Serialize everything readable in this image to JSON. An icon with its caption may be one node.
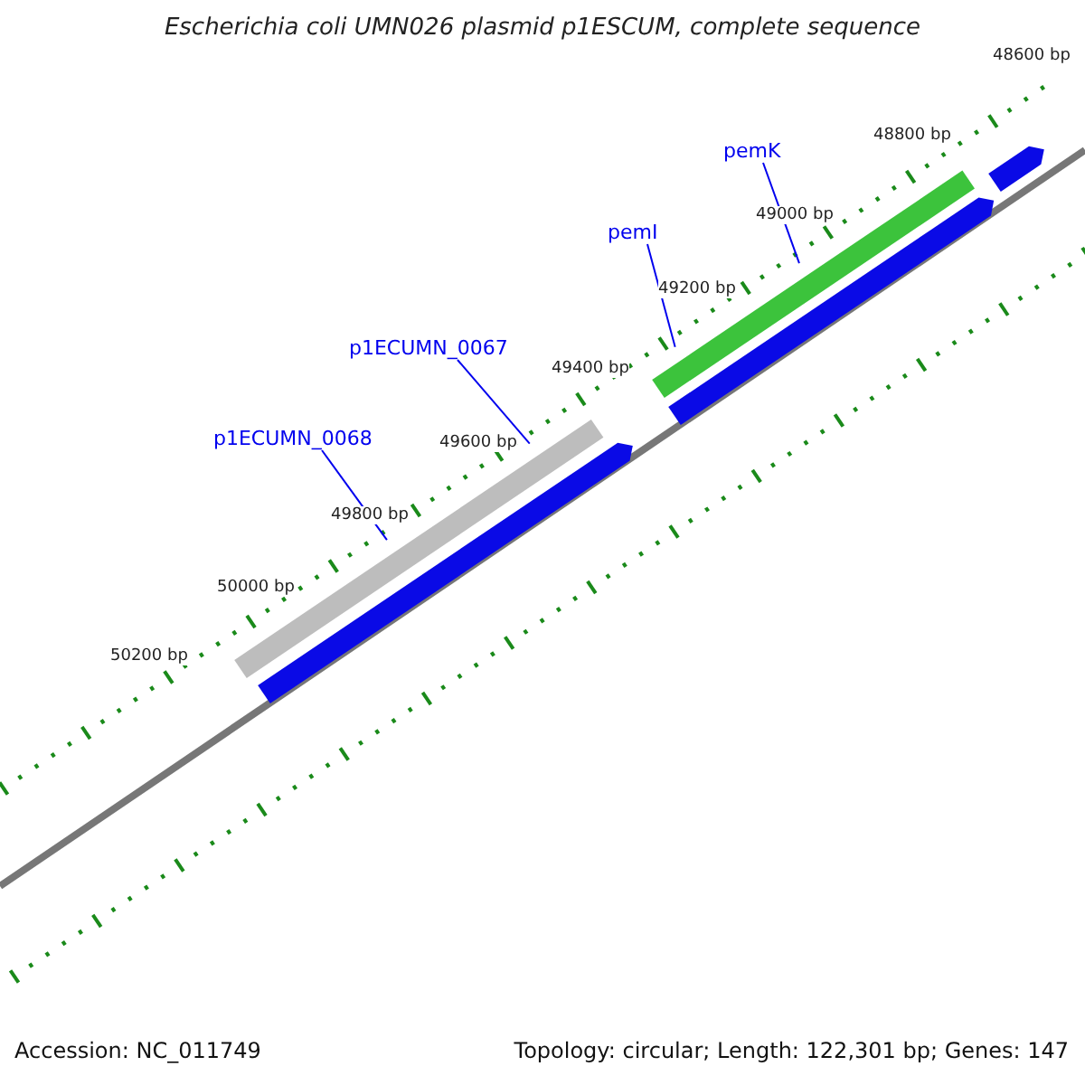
{
  "diagram": {
    "title": "Escherichia coli UMN026 plasmid p1ESCUM, complete sequence",
    "nodes": [
      {
        "text": [
          "pemK"
        ]
      },
      {
        "text": [
          "pemI"
        ]
      },
      {
        "text": [
          "p1ECUMN_0067"
        ]
      },
      {
        "text": [
          "p1ECUMN_0068"
        ]
      },
      {
        "text": [],
        "shape": "bar"
      },
      {
        "text": [],
        "shape": "bar"
      },
      {
        "text": [],
        "shape": "bar"
      },
      {
        "text": [],
        "shape": "bar"
      },
      {
        "text": [],
        "shape": "bar"
      }
    ],
    "edges": [
      {
        "from": 0,
        "to": 6,
        "arrow": "none"
      },
      {
        "from": 1,
        "to": 6,
        "arrow": "none"
      },
      {
        "from": 2,
        "to": 4,
        "arrow": "none"
      },
      {
        "from": 3,
        "to": 4,
        "arrow": "none"
      }
    ],
    "labels": [
      "48600 bp",
      "48800 bp",
      "49000 bp",
      "49200 bp",
      "49400 bp",
      "49600 bp",
      "49800 bp",
      "50000 bp",
      "50200 bp",
      "Accession: NC_011749",
      "Topology: circular; Length: 122,301 bp; Genes: 147"
    ]
  }
}
